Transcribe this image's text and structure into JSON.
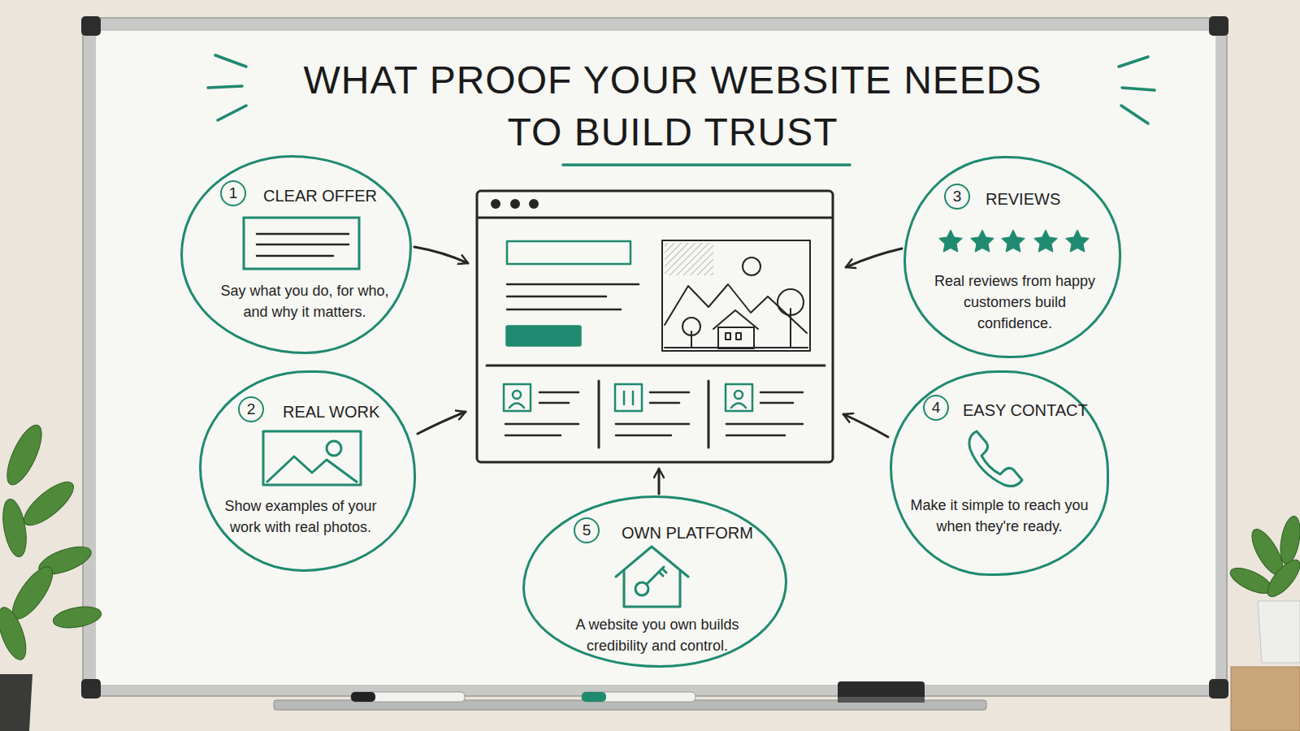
{
  "diagram": {
    "title": "WHAT PROOF YOUR WEBSITE NEEDS TO BUILD TRUST",
    "nodes": [
      {
        "text": [
          "CLEAR OFFER",
          "Say what you do, for who, and why it matters."
        ]
      },
      {
        "text": [
          "REAL WORK",
          "Show examples of your work with real photos."
        ]
      },
      {
        "text": [
          "REVIEWS",
          "Real reviews from happy customers build confidence."
        ]
      },
      {
        "text": [
          "EASY CONTACT",
          "Make it simple to reach you when they're ready."
        ]
      },
      {
        "text": [
          "OWN PLATFORM",
          "A website you own builds credibility and control."
        ]
      }
    ],
    "labels": [
      "1",
      "2",
      "3",
      "4",
      "5"
    ]
  }
}
